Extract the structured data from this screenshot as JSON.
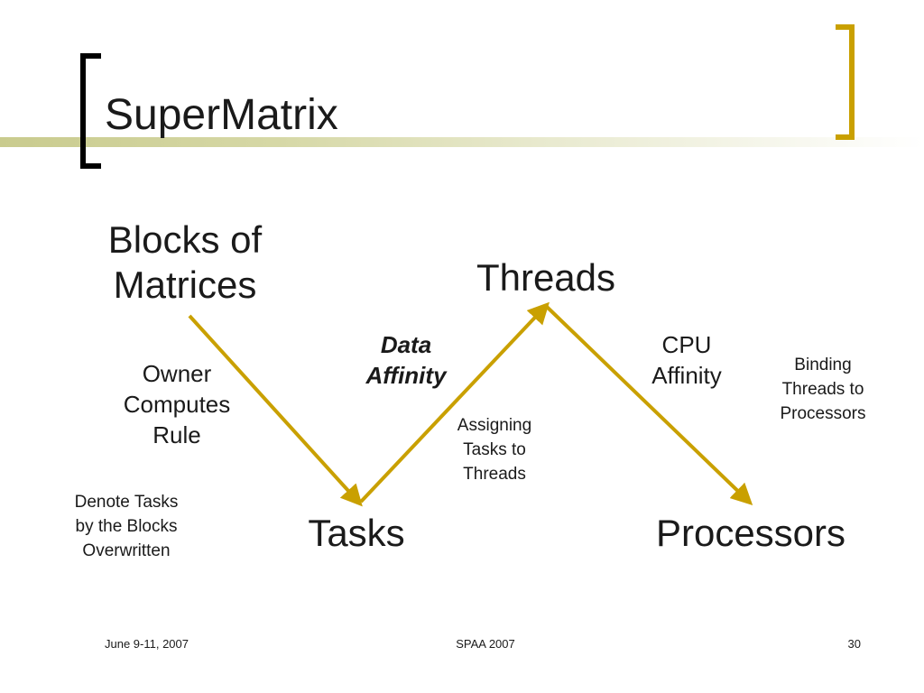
{
  "slide": {
    "title": "SuperMatrix",
    "accent_color": "#c9a000",
    "bracket_left_color": "#000000",
    "bracket_right_color": "#c9a000",
    "band_color": "#c9cb8e"
  },
  "diagram": {
    "nodes": {
      "blocks": [
        "Blocks of",
        "Matrices"
      ],
      "threads": "Threads",
      "tasks": "Tasks",
      "processors": "Processors"
    },
    "labels": {
      "owner_computes": [
        "Owner",
        "Computes",
        "Rule"
      ],
      "data_affinity": [
        "Data",
        "Affinity"
      ],
      "cpu_affinity": [
        "CPU",
        "Affinity"
      ],
      "denote_tasks": [
        "Denote Tasks",
        "by the Blocks",
        "Overwritten"
      ],
      "assigning": [
        "Assigning",
        "Tasks to",
        "Threads"
      ],
      "binding": [
        "Binding",
        "Threads to",
        "Processors"
      ]
    },
    "edges": [
      {
        "from": "Blocks of Matrices",
        "to": "Tasks"
      },
      {
        "from": "Tasks",
        "to": "Threads"
      },
      {
        "from": "Threads",
        "to": "Processors"
      }
    ]
  },
  "footer": {
    "date": "June 9-11, 2007",
    "venue": "SPAA 2007",
    "page": "30"
  }
}
